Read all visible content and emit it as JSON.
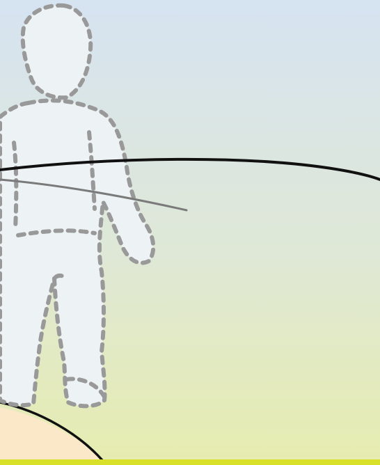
{
  "illustration": {
    "elements": [
      "outline-figure",
      "cable-line",
      "ground-hill",
      "hand-outline"
    ]
  },
  "colors": {
    "sky_top": "#d6e3f1",
    "sky_bottom": "#e6ecaf",
    "figure_fill": "#edf2f4",
    "figure_stroke": "#999999",
    "line_dark": "#111111",
    "line_gray": "#7a7a7a",
    "hill_fill": "#fbe8c8",
    "hand_stroke": "#c1461f",
    "bottom_bar": "#d9e02a"
  }
}
